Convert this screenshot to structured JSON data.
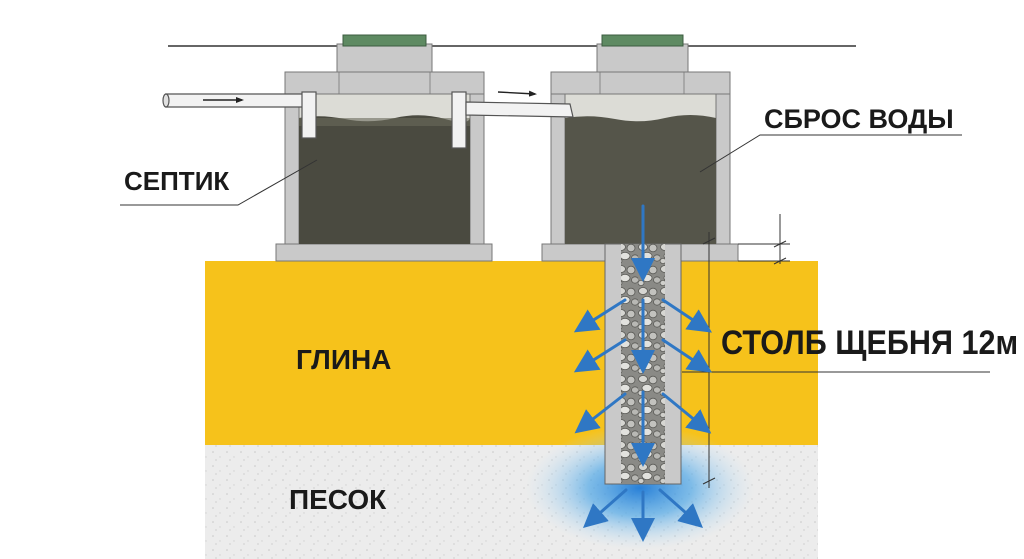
{
  "labels": {
    "septic": "СЕПТИК",
    "water_drain": "СБРОС ВОДЫ",
    "gravel_column": "СТОЛБ ЩЕБНЯ 12м",
    "clay": "ГЛИНА",
    "sand": "ПЕСОК"
  },
  "colors": {
    "clay": "#f6c21b",
    "sand": "#ececec",
    "concrete": "#c9c9c9",
    "water": "#4a4a40",
    "lid": "#5e8a62",
    "pipe": "#f2f2f2",
    "arrow": "#2f77c4",
    "seep": "#4fa7e6"
  },
  "icons": [
    "arrow-icon"
  ]
}
